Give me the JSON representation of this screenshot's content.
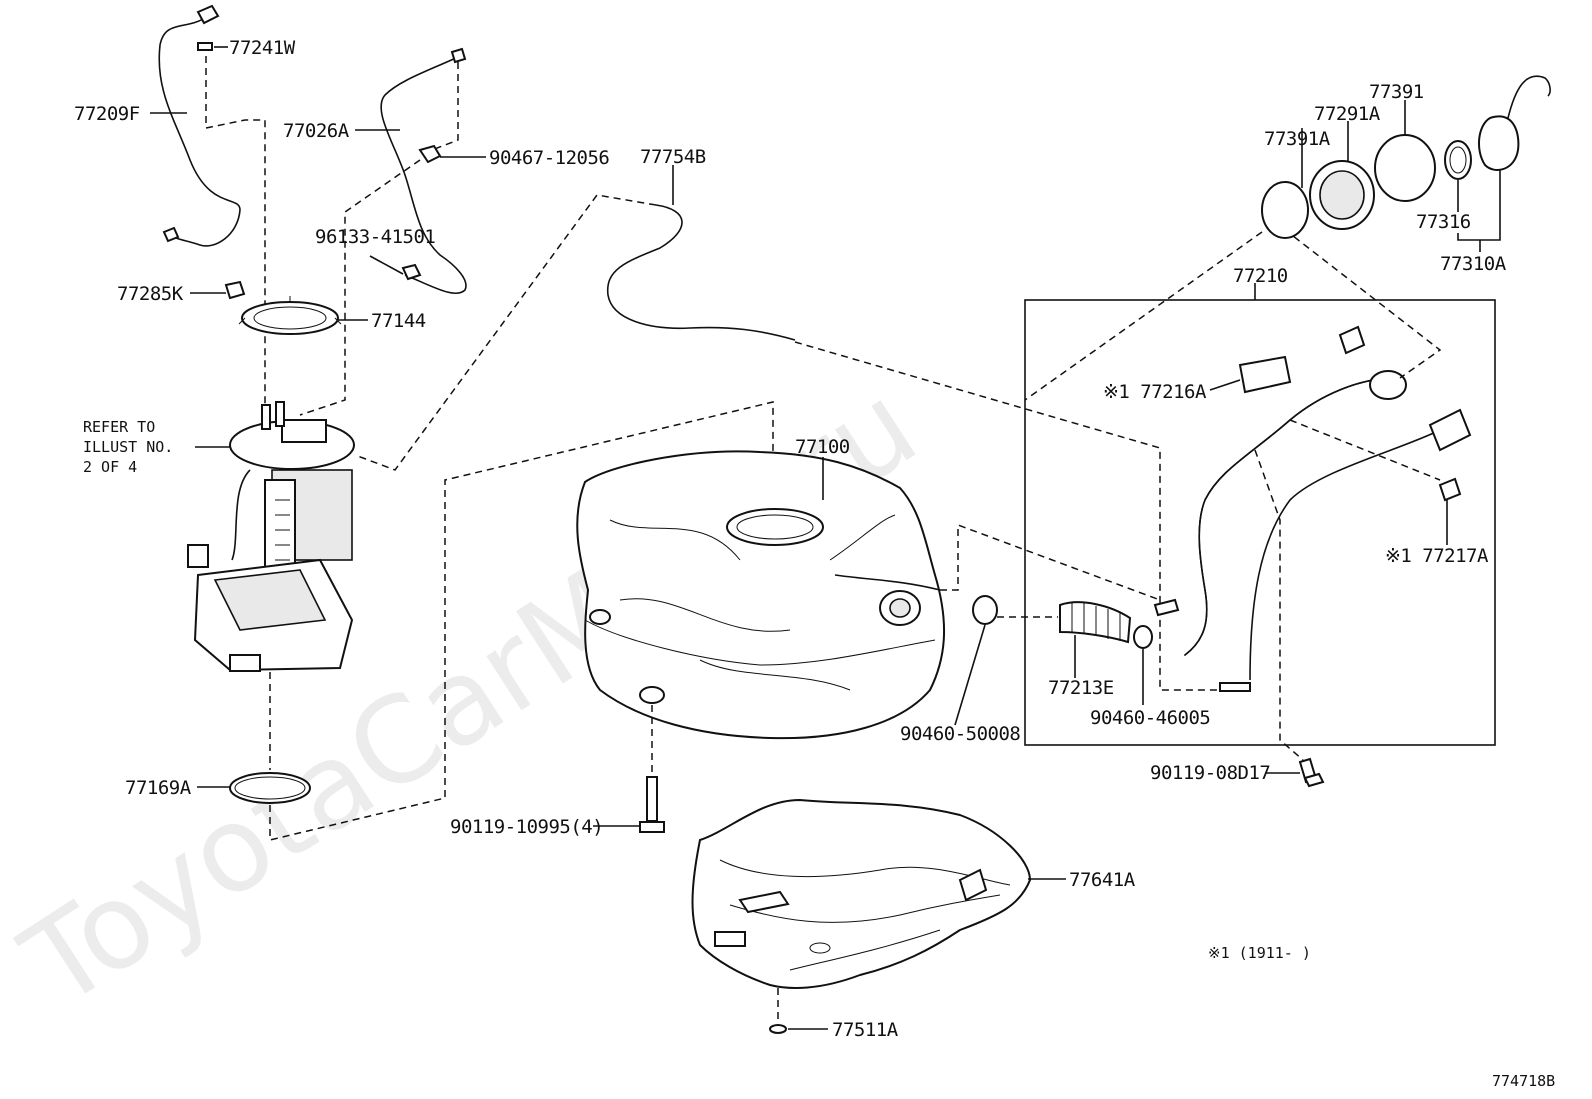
{
  "diagram": {
    "watermark": "ToyotaCarMine.ru",
    "figure_code": "774718B",
    "footnote": "※1 (1911-      )",
    "refer_note": [
      "REFER TO",
      "ILLUST NO.",
      "2 OF 4"
    ],
    "labels": {
      "p77241W": "77241W",
      "p77209F": "77209F",
      "p77026A": "77026A",
      "p90467": "90467-12056",
      "p77754B": "77754B",
      "p96133": "96133-41501",
      "p77285K": "77285K",
      "p77144": "77144",
      "p77100": "77100",
      "p77169A": "77169A",
      "p90119_10995": "90119-10995(4)",
      "p77641A": "77641A",
      "p77511A": "77511A",
      "p77391": "77391",
      "p77291A": "77291A",
      "p77391A": "77391A",
      "p77316": "77316",
      "p77310A": "77310A",
      "p77210": "77210",
      "p77216A": "※1 77216A",
      "p77217A": "※1 77217A",
      "p77213E": "77213E",
      "p90460_46005": "90460-46005",
      "p90460_50008": "90460-50008",
      "p90119_08D17": "90119-08D17"
    }
  }
}
